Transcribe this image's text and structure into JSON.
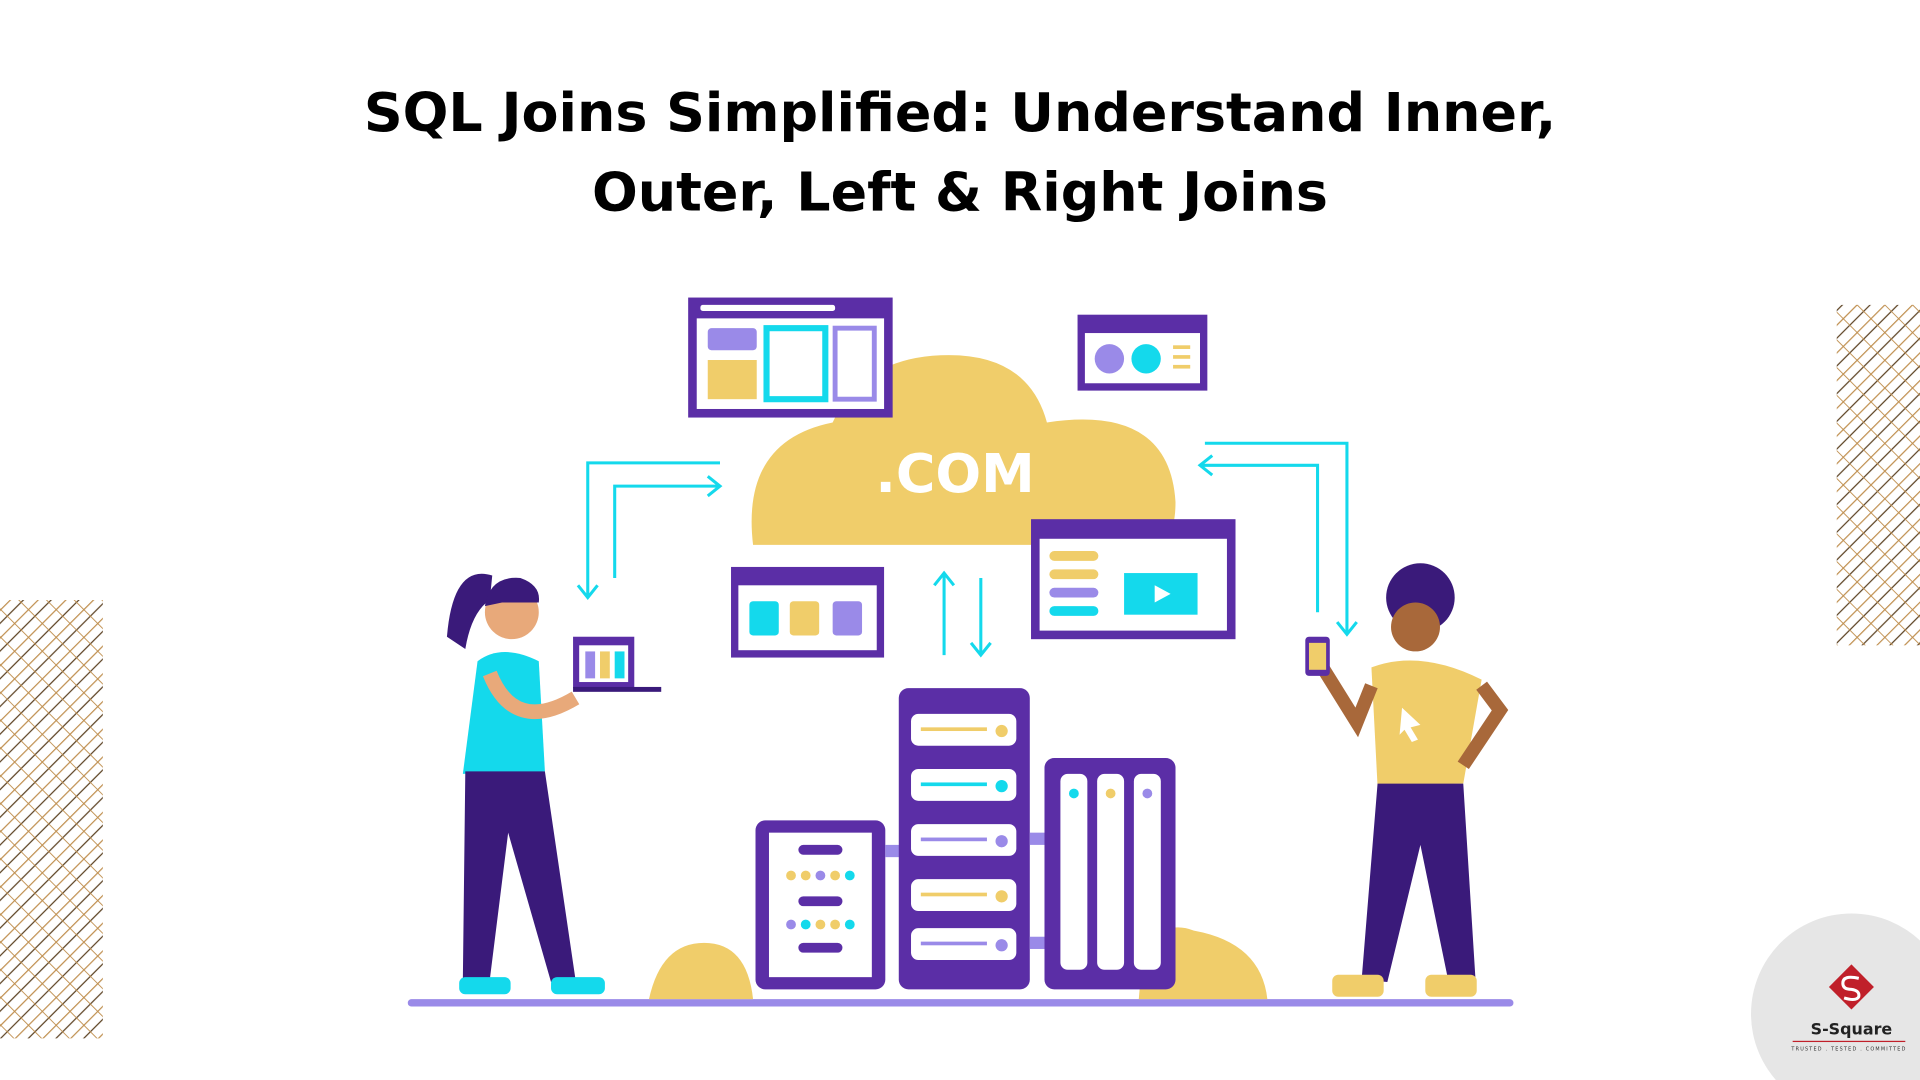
{
  "title": {
    "line1": "SQL Joins Simplified: Understand Inner,",
    "line2": "Outer, Left & Right Joins"
  },
  "illustration": {
    "cloud_label": ".COM",
    "colors": {
      "purple": "#5b2ea6",
      "cyan": "#14d9ec",
      "yellow": "#f0cd6a",
      "lavender": "#9a8ae8",
      "gold": "#b98a4a"
    }
  },
  "logo": {
    "name": "S-Square",
    "tagline": "TRUSTED . TESTED . COMMITTED",
    "accent": "#c0202a"
  }
}
